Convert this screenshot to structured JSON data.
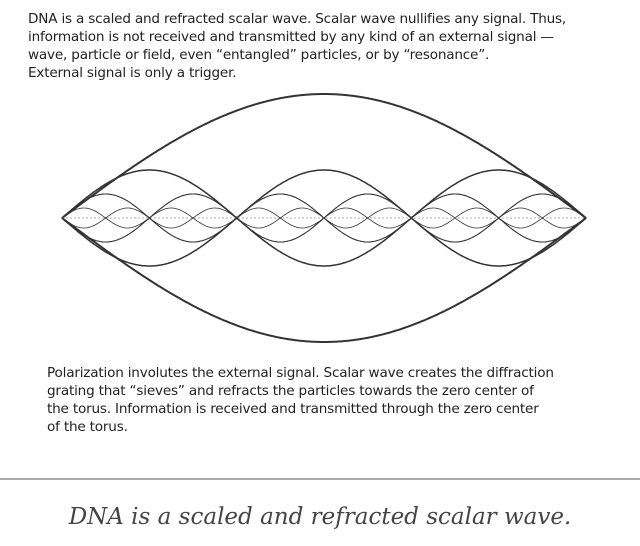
{
  "intro_lines": [
    "DNA is a scaled and refracted scalar wave. Scalar wave nullifies any signal. Thus,",
    "information is not received and transmitted by any kind of an external signal —",
    "wave, particle or field, even “entangled” particles, or by “resonance”.",
    "External signal is only a trigger."
  ],
  "diagram": {
    "stroke_color": "#333333",
    "levels": [
      1,
      3,
      6,
      12
    ]
  },
  "body_lines": [
    "Polarization involutes the external signal. Scalar wave creates the diffraction",
    "grating that “sieves” and refracts the particles towards the zero center of",
    "the torus. Information is received and transmitted through the zero center",
    "of the torus."
  ],
  "caption": "DNA is a scaled and refracted scalar wave."
}
